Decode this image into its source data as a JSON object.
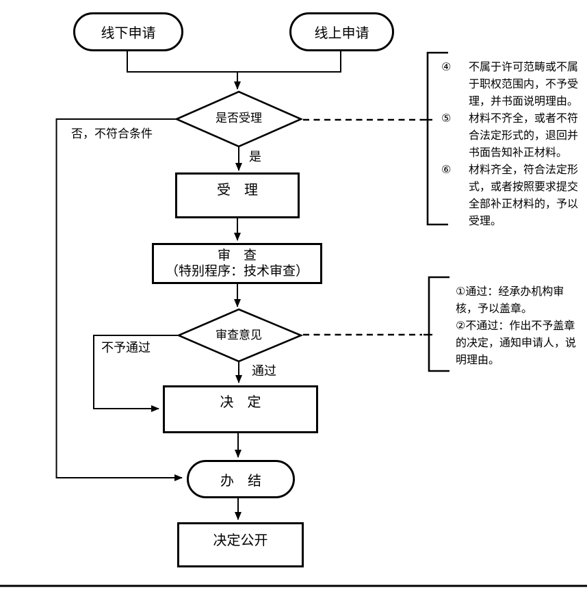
{
  "flowchart": {
    "nodes": {
      "offline": "线下申请",
      "online": "线上申请",
      "decision1": "是否受理",
      "accept": "受　理",
      "review": "审　查\n（特别程序：技术审查）",
      "decision2": "审查意见",
      "decide": "决　定",
      "complete": "办　结",
      "publish": "决定公开"
    },
    "edge_labels": {
      "no": "否，不符合条件",
      "yes": "是",
      "not_pass": "不予通过",
      "pass": "通过"
    }
  },
  "annotations": {
    "block1": {
      "items": [
        {
          "marker": "④",
          "text": "不属于许可范畴或不属\n于职权范围内，不予受\n理，并书面说明理由。"
        },
        {
          "marker": "⑤",
          "text": "材料不齐全，或者不符\n合法定形式的，退回并\n书面告知补正材料。"
        },
        {
          "marker": "⑥",
          "text": "材料齐全，符合法定形\n式，或者按照要求提交\n全部补正材料的，予以\n受理。"
        }
      ]
    },
    "block2": {
      "text": "①通过：经承办机构审\n核，予以盖章。\n②不通过：作出不予盖章\n的决定，通知申请人，说\n明理由。"
    }
  },
  "colors": {
    "line": "#000000",
    "background": "#ffffff"
  }
}
